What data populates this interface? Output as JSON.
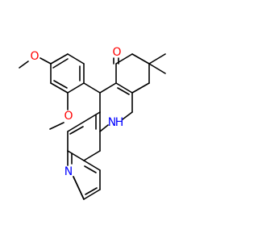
{
  "colors": {
    "bond": "#000000",
    "oxygen": "#ff0000",
    "nitrogen": "#0000ff",
    "background": "#ffffff"
  },
  "atom_labels": {
    "methoxy_o_top": "O",
    "methoxy_o_bottom": "O",
    "ketone_o": "O",
    "amine_n": "N",
    "amine_h": "H",
    "pyridine_n": "N"
  }
}
